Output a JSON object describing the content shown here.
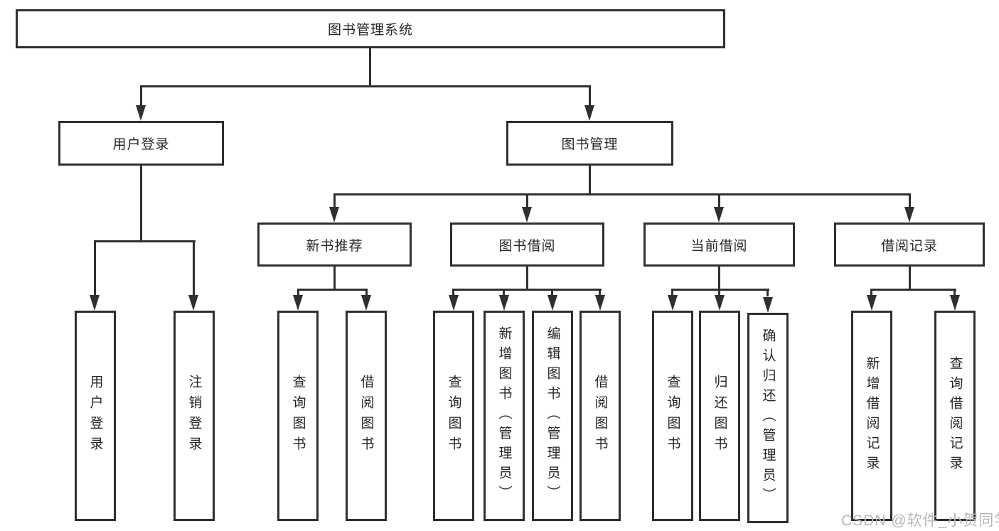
{
  "diagram": {
    "root": {
      "label": "图书管理系统"
    },
    "branches": {
      "user_login": {
        "label": "用户登录",
        "children": [
          "用户登录",
          "注销登录"
        ]
      },
      "book_mgmt": {
        "label": "图书管理",
        "sections": [
          {
            "label": "新书推荐",
            "children": [
              "查询图书",
              "借阅图书"
            ]
          },
          {
            "label": "图书借阅",
            "children": [
              "查询图书",
              "新增图书（管理员）",
              "编辑图书（管理员）",
              "借阅图书"
            ]
          },
          {
            "label": "当前借阅",
            "children": [
              "查询图书",
              "归还图书",
              "确认归还（管理员）"
            ]
          },
          {
            "label": "借阅记录",
            "children": [
              "新增借阅记录",
              "查询借阅记录"
            ]
          }
        ]
      }
    }
  },
  "watermark": {
    "text": "CSDN @软件_小贺同学"
  },
  "colors": {
    "line": "#2f2f2f",
    "text": "#262626",
    "background": "#ffffff",
    "watermark": "#b7b7b7"
  }
}
